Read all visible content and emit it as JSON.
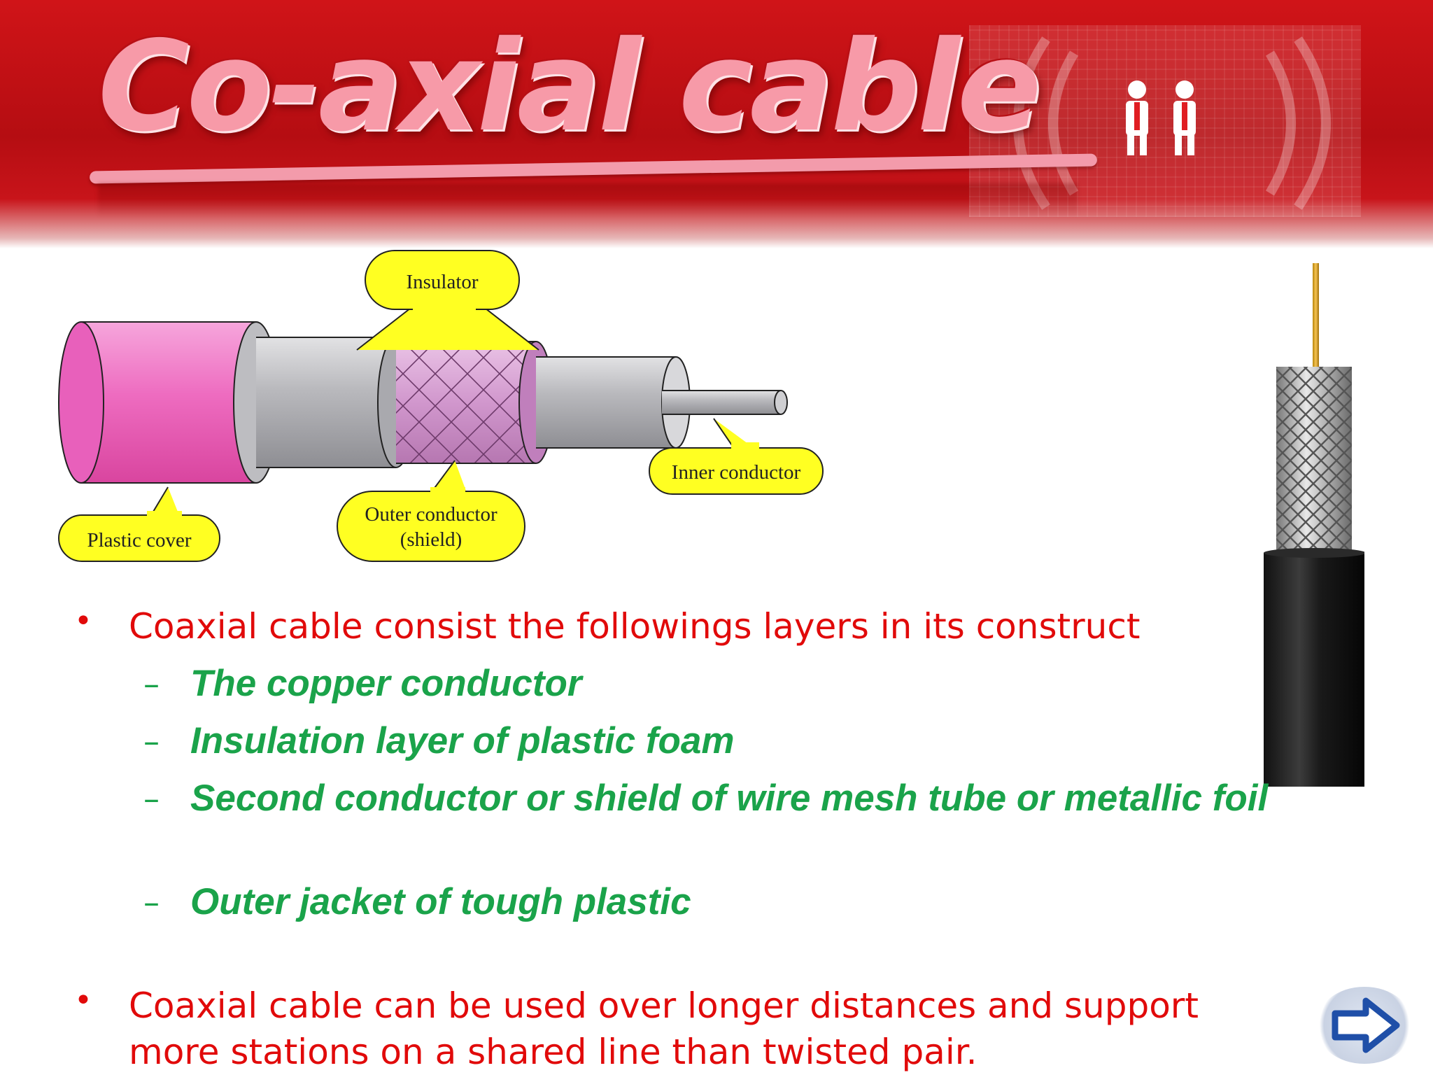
{
  "slide": {
    "title": "Co-axial cable",
    "diagram": {
      "labels": {
        "insulator": "Insulator",
        "inner_conductor": "Inner conductor",
        "outer_conductor_line1": "Outer conductor",
        "outer_conductor_line2": "(shield)",
        "plastic_cover": "Plastic cover"
      },
      "colors": {
        "jacket": "#f06fc4",
        "layer": "#b8b8bc",
        "shield": "#d79ad0",
        "callout": "#ffff22"
      }
    },
    "bullets": [
      {
        "text": "Coaxial cable consist the followings layers in its construct",
        "subitems": [
          "The copper conductor",
          "Insulation layer of plastic foam",
          "Second conductor or shield of wire mesh tube or metallic foil",
          "Outer jacket of tough plastic"
        ]
      },
      {
        "text": "Coaxial cable can be used over longer distances and support more stations on a shared line than twisted pair."
      }
    ],
    "bullet_glyph": "•",
    "dash_glyph": "–",
    "colors": {
      "banner": "#c8141a",
      "bullet_text": "#e10a0a",
      "sub_text": "#1aa34a",
      "next_arrow": "#1f4fa8"
    },
    "next_button_icon": "right-arrow-icon"
  }
}
